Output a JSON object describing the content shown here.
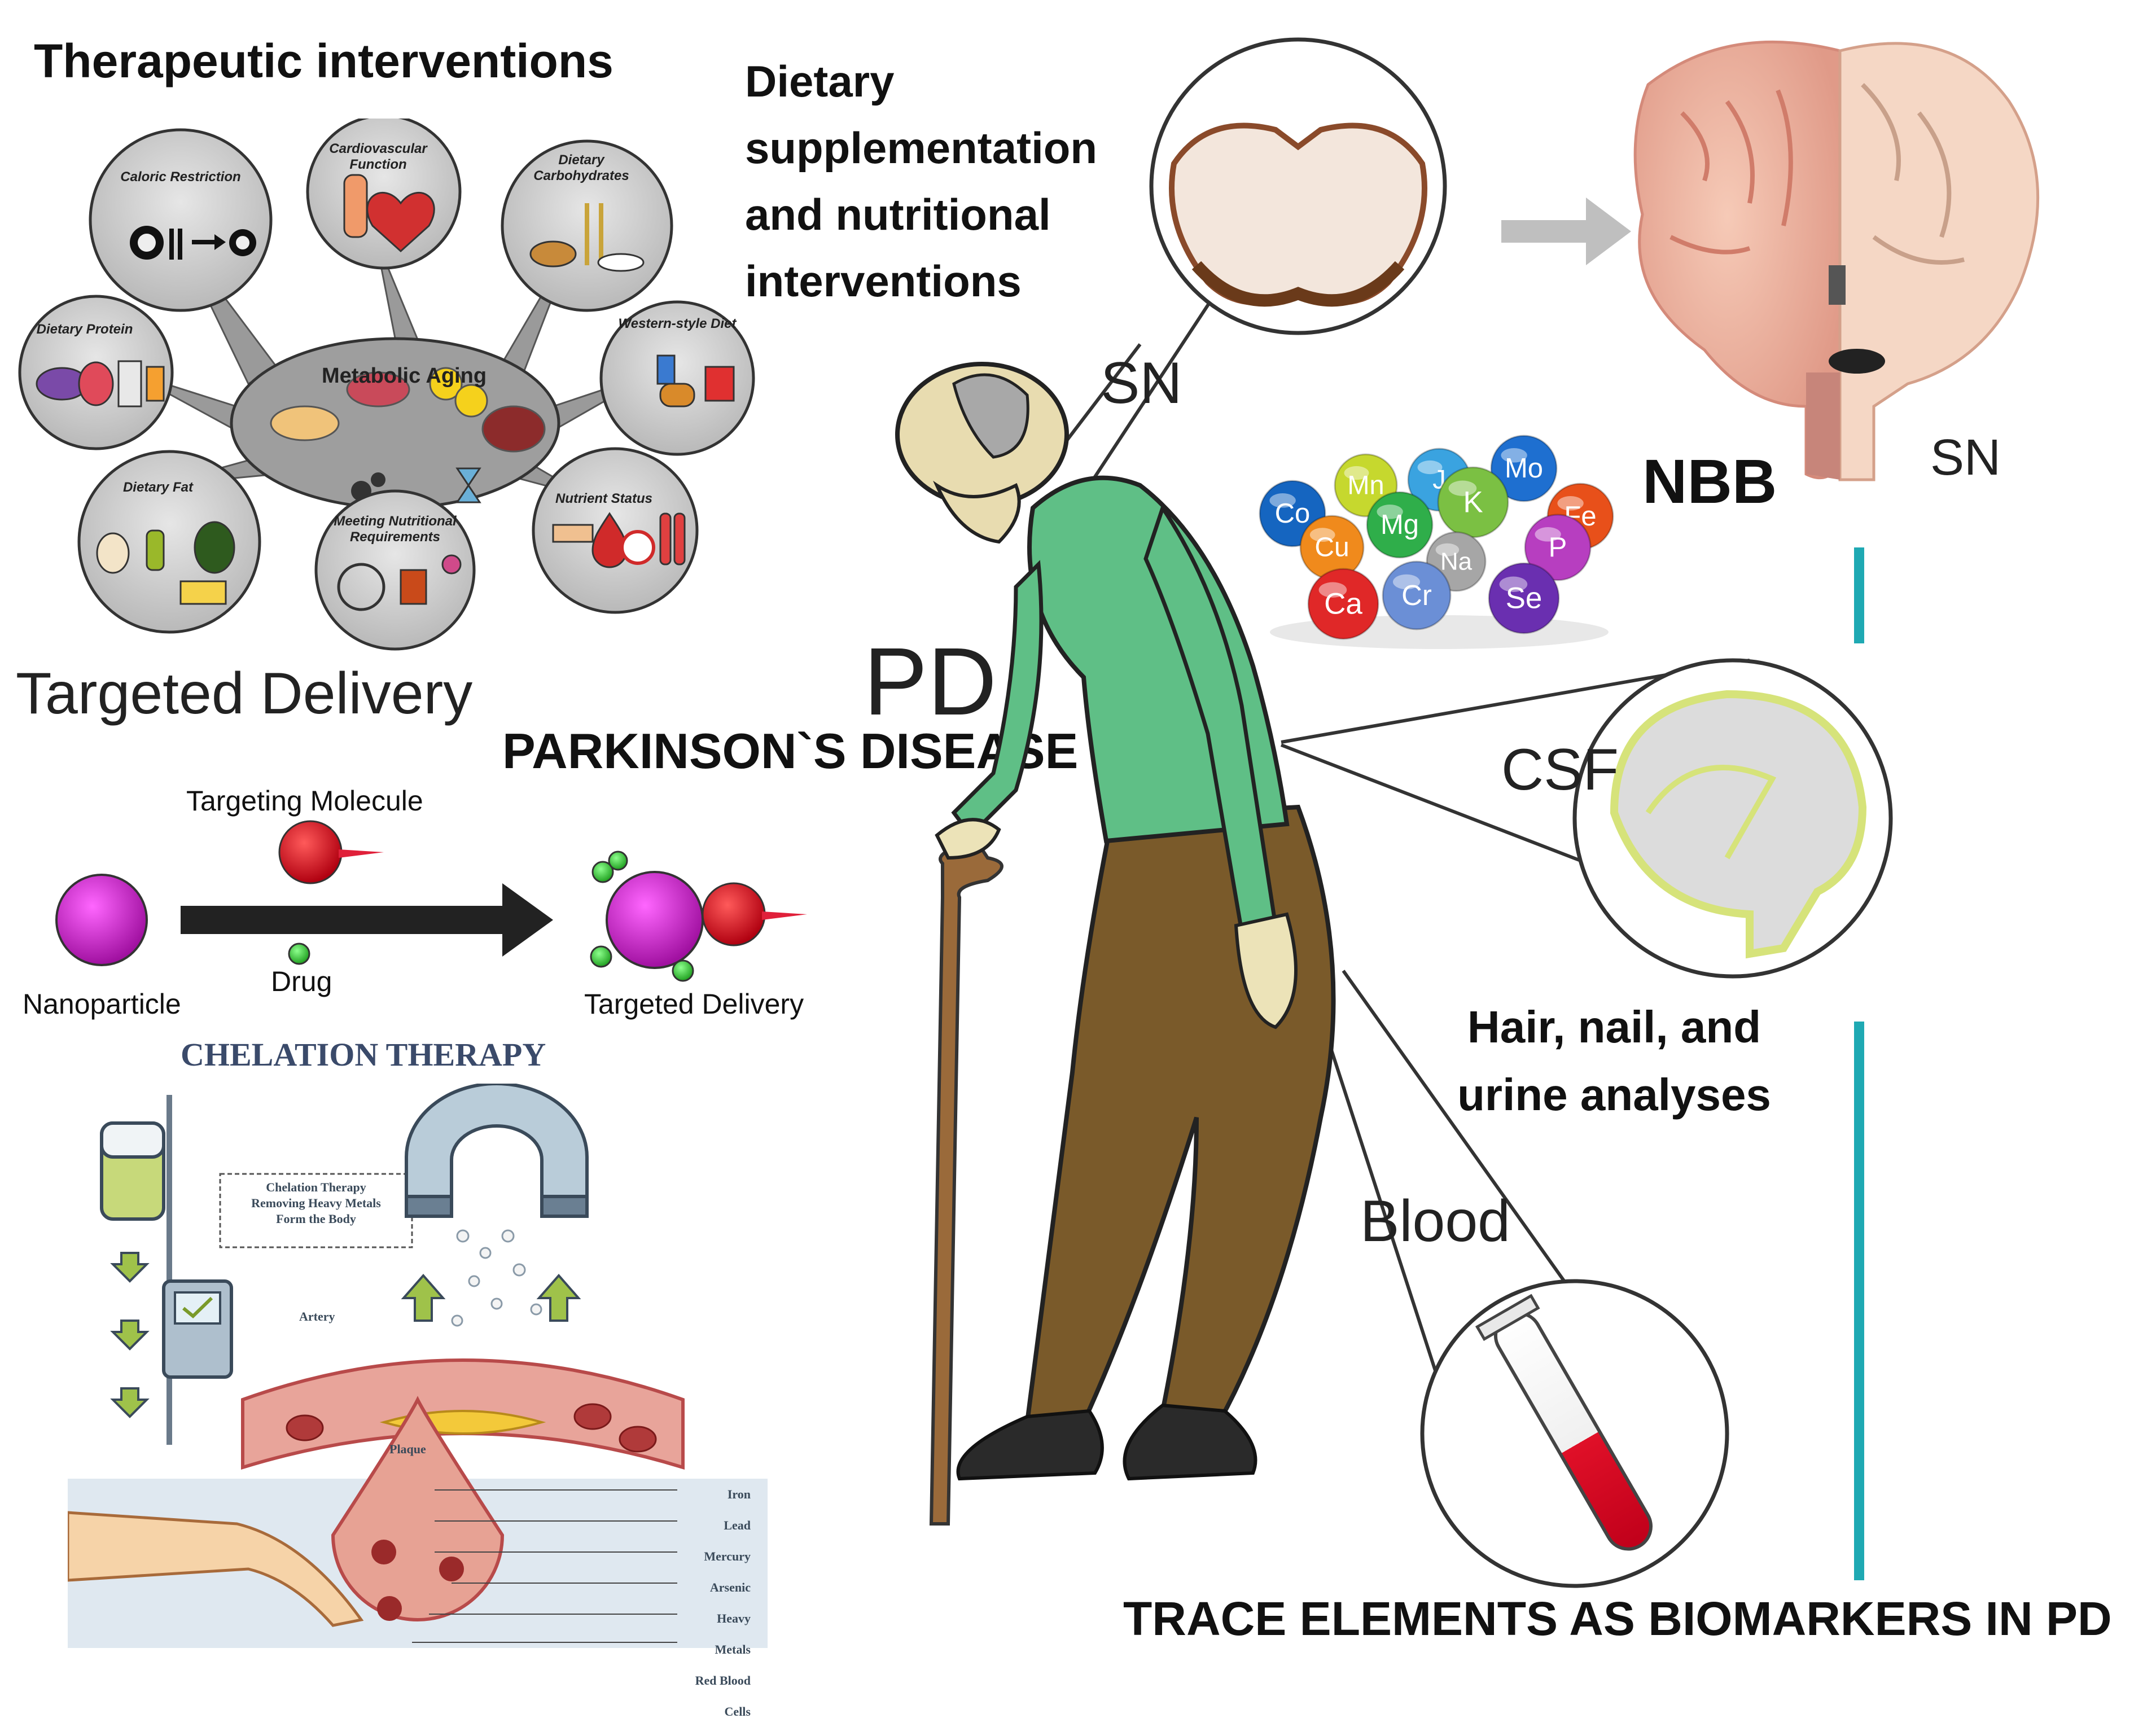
{
  "headings": {
    "therapeutic": "Therapeutic interventions",
    "dietary": [
      "Dietary",
      "supplementation",
      "and nutritional",
      "interventions"
    ],
    "targeted_delivery": "Targeted Delivery",
    "parkinsons": "PARKINSON`S DISEASE",
    "pd": "PD",
    "trace_elements": "TRACE ELEMENTS AS BIOMARKERS IN PD",
    "hair_nail": [
      "Hair, nail, and",
      "urine analyses"
    ]
  },
  "metabolic": {
    "center": "Metabolic Aging",
    "bubbles": [
      "Caloric Restriction",
      "Cardiovascular Function",
      "Dietary Carbohydrates",
      "Dietary Protein",
      "Western-style Diet",
      "Dietary Fat",
      "Meeting Nutritional Requirements",
      "Nutrient Status"
    ]
  },
  "delivery": {
    "targeting_molecule": "Targeting Molecule",
    "nanoparticle": "Nanoparticle",
    "drug": "Drug",
    "targeted_delivery": "Targeted Delivery"
  },
  "chelation": {
    "title": "CHELATION THERAPY",
    "box": [
      "Chelation Therapy",
      "Removing Heavy Metals",
      "Form the Body"
    ],
    "artery": "Artery",
    "plaque": "Plaque",
    "legend": [
      "Iron",
      "Lead",
      "Mercury",
      "Arsenic",
      "Heavy Metals",
      "Red Blood Cells"
    ]
  },
  "samples": {
    "sn": "SN",
    "sn_brain": "SN",
    "nbb": "NBB",
    "csf": "CSF",
    "blood": "Blood"
  },
  "elements": [
    {
      "sym": "Co",
      "color": "#1565c0"
    },
    {
      "sym": "Mn",
      "color": "#c6d82e"
    },
    {
      "sym": "J",
      "color": "#3aa3e0"
    },
    {
      "sym": "Mo",
      "color": "#1e6fd0"
    },
    {
      "sym": "Cu",
      "color": "#f08a1c"
    },
    {
      "sym": "Mg",
      "color": "#2fae4a"
    },
    {
      "sym": "K",
      "color": "#7bc043"
    },
    {
      "sym": "Fe",
      "color": "#e8501a"
    },
    {
      "sym": "Na",
      "color": "#a6a6a6"
    },
    {
      "sym": "P",
      "color": "#b73ec0"
    },
    {
      "sym": "Ca",
      "color": "#e02828"
    },
    {
      "sym": "Cr",
      "color": "#6b8fd6"
    },
    {
      "sym": "Se",
      "color": "#6a2fb0"
    }
  ],
  "colors": {
    "teal_line": "#1fa9b3",
    "shirt": "#5fbf86",
    "trousers": "#7a5a2a",
    "nanoparticle": "#cc22cc",
    "drug": "#33cc33"
  }
}
